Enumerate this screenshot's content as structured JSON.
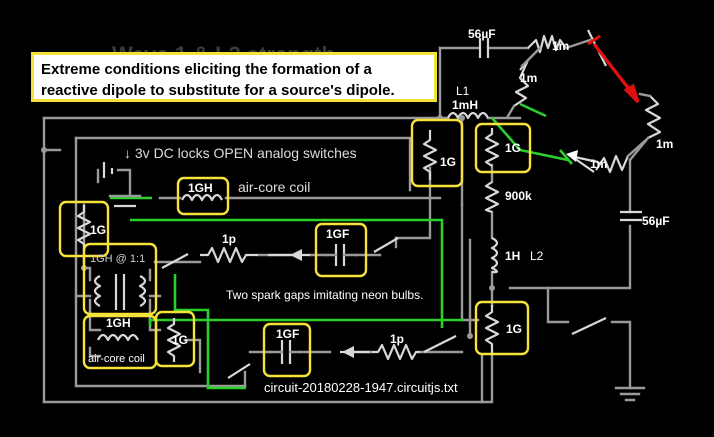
{
  "callout": {
    "line1": "Extreme conditions eliciting the formation of a",
    "line2": "reactive dipole to substitute for a source's dipole."
  },
  "labels": {
    "cap_top": "56µF",
    "cap_right": "56µF",
    "res_bridge_top": "1m",
    "res_bridge_left": "1m",
    "res_bridge_right": "1m",
    "res_bridge_bottom": "1m",
    "inductor_l1_name": "L1",
    "inductor_l1_value": "1mH",
    "res_1g_a": "1G",
    "res_1g_b": "1G",
    "res_1g_left": "1G",
    "res_1g_mid": "1G",
    "res_1g_br": "1G",
    "res_900k": "900k",
    "inductor_l2_value": "1H",
    "inductor_l2_name": "L2",
    "dc_note": "↓ 3v DC locks OPEN analog switches",
    "coil_top_value": "1GH",
    "coil_top_name": "air-core coil",
    "transformer_label": "1GH @ 1:1",
    "coil_bottom_value": "1GH",
    "coil_bottom_name": "air-core coil",
    "res_1p_top": "1p",
    "cap_1gf_top": "1GF",
    "spark_note": "Two spark gaps imitating neon bulbs.",
    "cap_1gf_bottom": "1GF",
    "res_1p_bottom": "1p",
    "filename": "circuit-20180228-1947.circuitjs.txt",
    "ghost_title": "Wave 1 & L2 strength"
  },
  "colors": {
    "background": "#000000",
    "wire": "#9a9a9a",
    "switch_wire": "#2bd12b",
    "highlight_box": "#f5e23a",
    "arrow": "#e01010"
  }
}
